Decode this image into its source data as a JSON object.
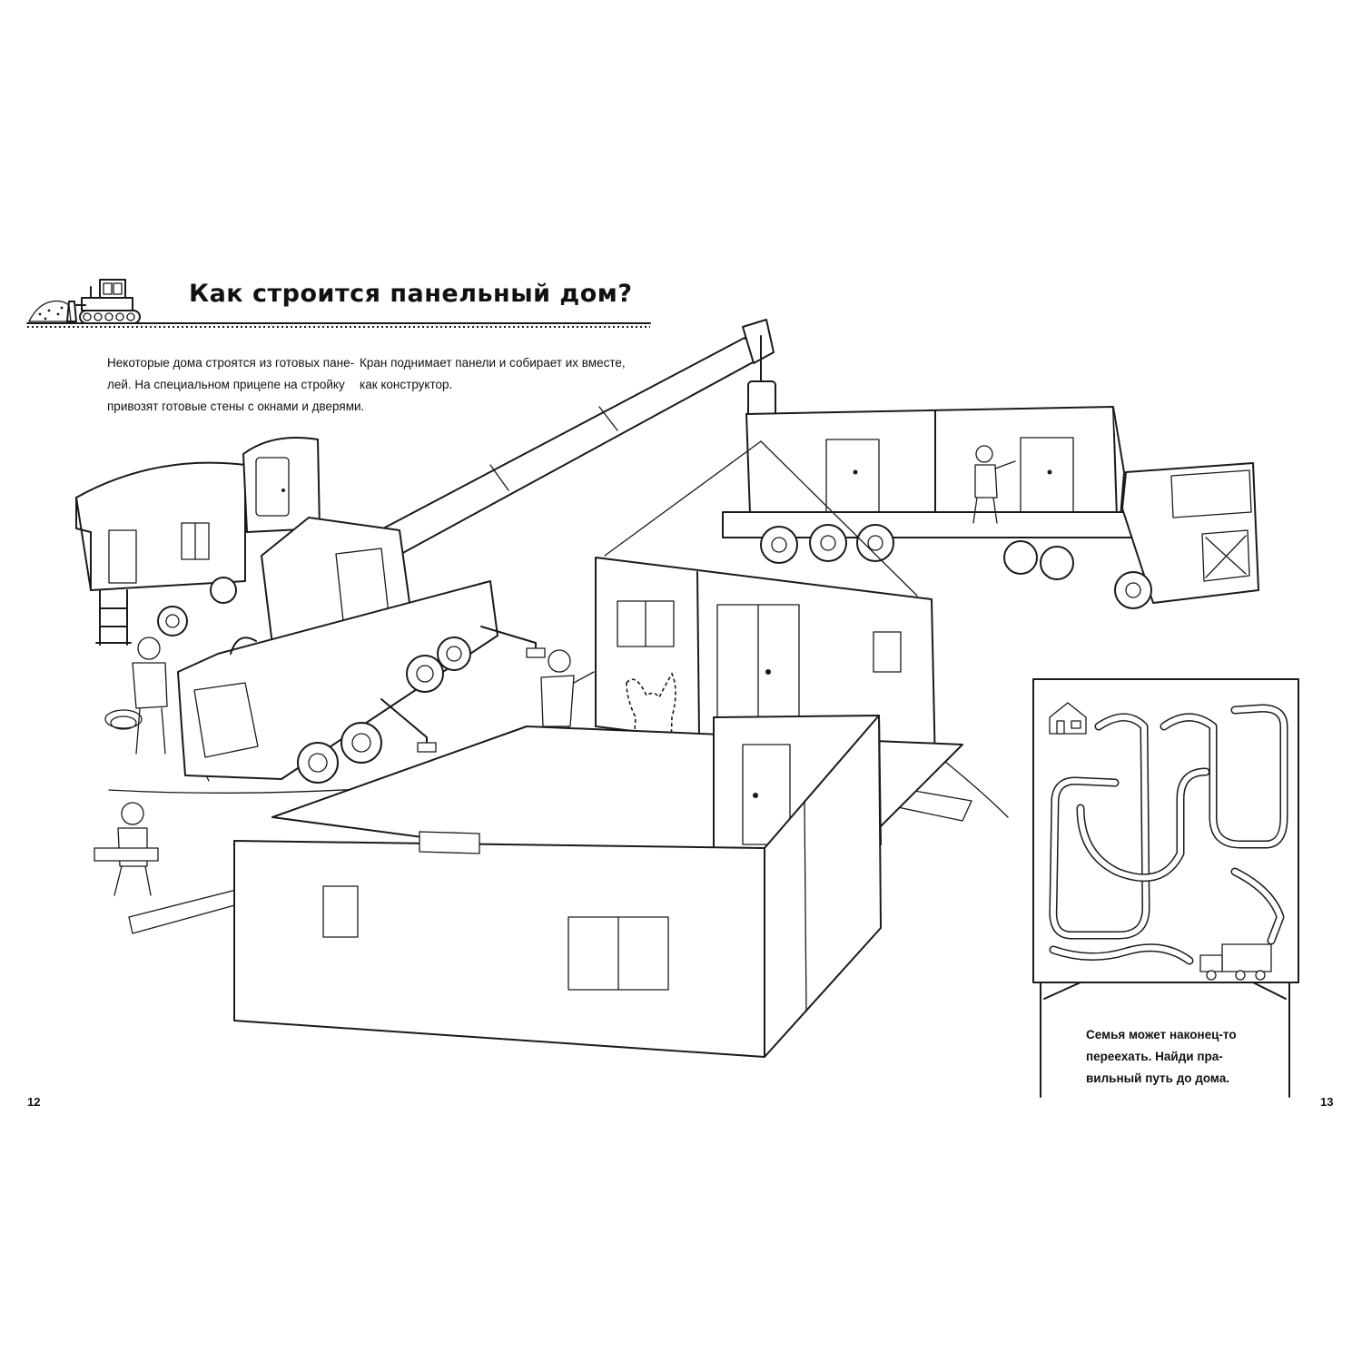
{
  "title": "Как строится панельный дом?",
  "intro_left": [
    "Некоторые дома строятся из готовых пане-",
    "лей. На специальном прицепе на стройку",
    "привозят готовые стены с окнами и дверями."
  ],
  "intro_right": [
    "Кран поднимает панели и собирает их вместе,",
    "как конструктор."
  ],
  "maze_caption": [
    "Семья может наконец-то",
    "переехать. Найди пра-",
    "вильный путь до дома."
  ],
  "page_numbers": {
    "left": "12",
    "right": "13"
  },
  "icons": {
    "title_decoration": "bulldozer-icon",
    "maze_start": "truck-icon",
    "maze_goal": "house-icon"
  },
  "colors": {
    "ink": "#1a1a1a",
    "paper": "#ffffff"
  }
}
